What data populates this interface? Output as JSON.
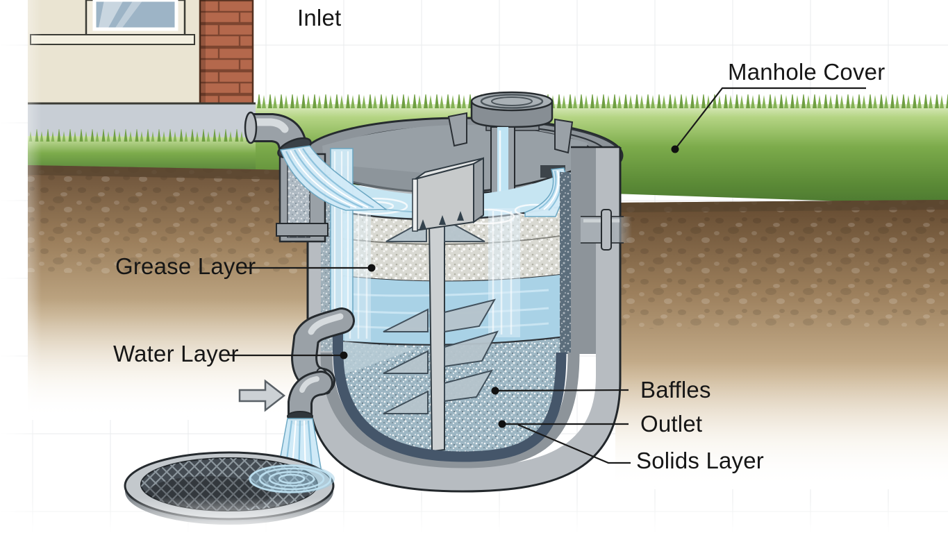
{
  "diagram": {
    "labels": {
      "inlet": "Inlet",
      "manhole_cover": "Manhole Cover",
      "grease_layer": "Grease Layer",
      "water_layer": "Water Layer",
      "baffles": "Baffles",
      "outlet": "Outlet",
      "solids_layer": "Solids Layer"
    },
    "icons": {
      "flow_arrow": "right-arrow-icon"
    },
    "palette": {
      "background": "#ffffff",
      "grid_line": "#e9ebec",
      "label_text": "#161616",
      "leader_line": "#1a1a1a",
      "grass": "#7cab4b",
      "soil": "#9b7e5b",
      "brick": "#b4684c",
      "building_wall": "#eae4d2",
      "tank_wall": "#b7bcc1",
      "tank_liner": "#45566a",
      "water": "#a9d2e6",
      "grease": "#d9d9d2",
      "solids": "#9db6c3",
      "pipe": "#9aa1a7"
    }
  }
}
